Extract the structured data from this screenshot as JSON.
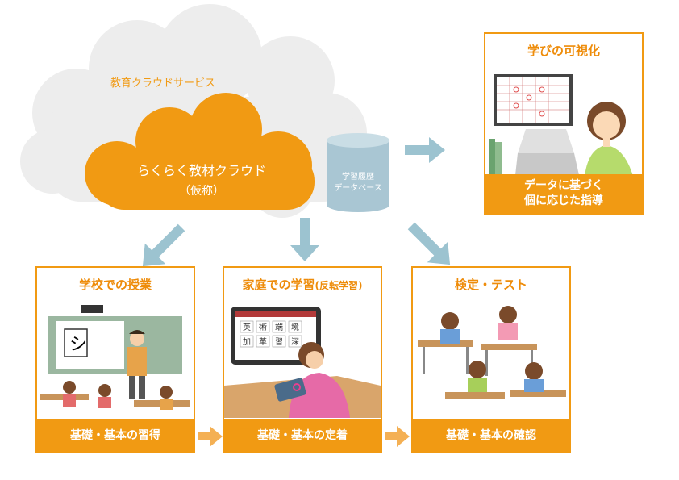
{
  "cloud": {
    "service_label": "教育クラウドサービス",
    "inner_line1": "らくらく教材クラウド",
    "inner_line2": "（仮称）"
  },
  "database": {
    "line1": "学習履歴",
    "line2": "データベース"
  },
  "visualization": {
    "title": "学びの可視化",
    "footer_line1": "データに基づく",
    "footer_line2": "個に応じた指導"
  },
  "stages": [
    {
      "title": "学校での授業",
      "title_suffix": "",
      "footer": "基礎・基本の習得"
    },
    {
      "title": "家庭での学習",
      "title_suffix": "(反転学習)",
      "footer": "基礎・基本の定着"
    },
    {
      "title": "検定・テスト",
      "title_suffix": "",
      "footer": "基礎・基本の確認"
    }
  ],
  "tablet_grid": [
    "英",
    "術",
    "端",
    "境",
    "加",
    "革",
    "習",
    "深"
  ],
  "colors": {
    "accent": "#f19a13",
    "arrow": "#9cc3d0",
    "cloud": "#ededed",
    "db": "#a9c6d3"
  }
}
